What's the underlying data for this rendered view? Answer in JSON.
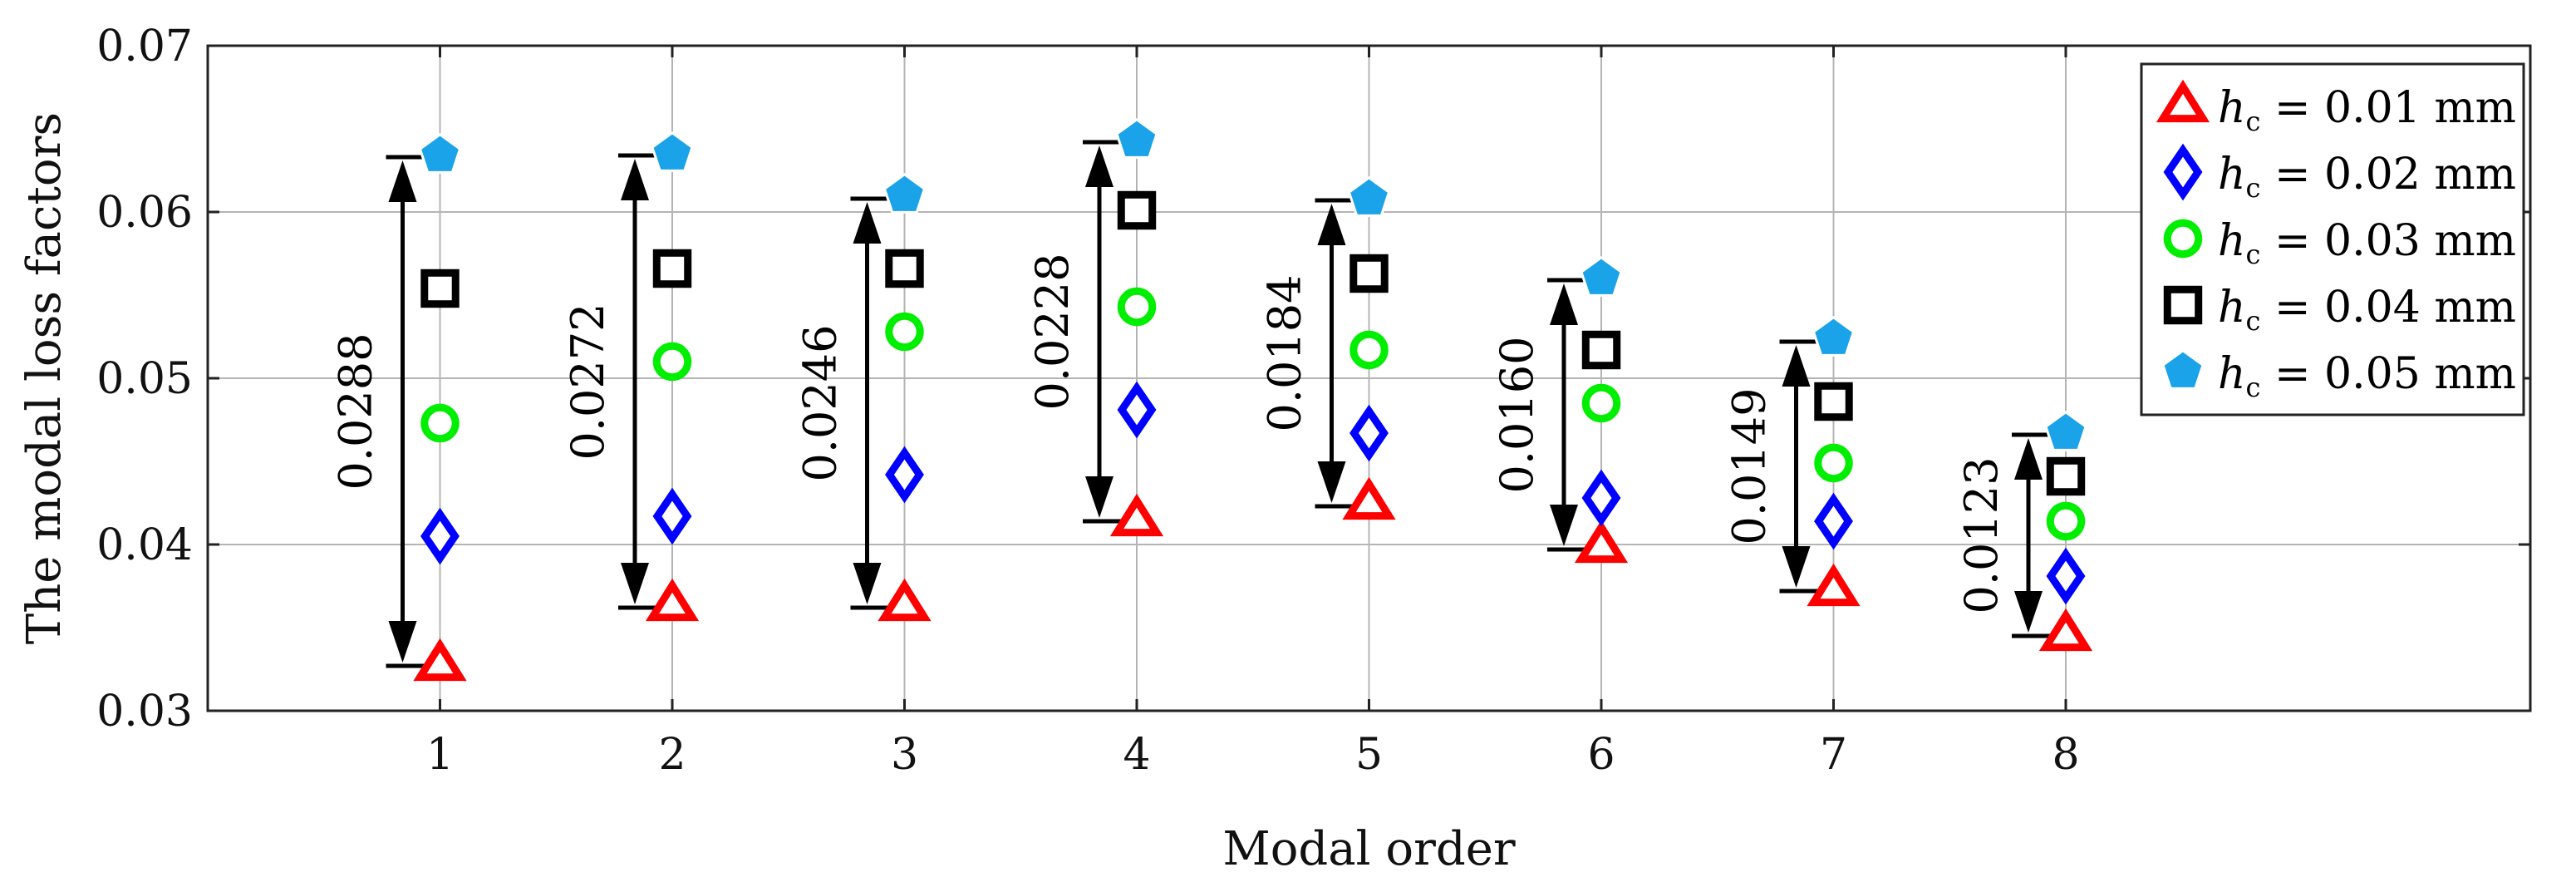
{
  "chart_data": {
    "type": "scatter",
    "xlabel": "Modal order",
    "ylabel": "The modal loss factors",
    "xlim": [
      0,
      10
    ],
    "ylim": [
      0.03,
      0.07
    ],
    "x_ticks": [
      1,
      2,
      3,
      4,
      5,
      6,
      7,
      8
    ],
    "y_ticks": [
      0.03,
      0.04,
      0.05,
      0.06,
      0.07
    ],
    "y_tick_labels": [
      "0.03",
      "0.04",
      "0.05",
      "0.06",
      "0.07"
    ],
    "grid": true,
    "legend_position": "top-right",
    "x": [
      1,
      2,
      3,
      4,
      5,
      6,
      7,
      8
    ],
    "series": [
      {
        "var": "h",
        "sub": "c",
        "rest": " = 0.01 mm",
        "marker": "triangle",
        "color": "#ff0000",
        "values": [
          0.0328,
          0.0364,
          0.0364,
          0.0415,
          0.0425,
          0.0399,
          0.0373,
          0.0346
        ]
      },
      {
        "var": "h",
        "sub": "c",
        "rest": " = 0.02 mm",
        "marker": "diamond",
        "color": "#0000ff",
        "values": [
          0.0405,
          0.0417,
          0.0442,
          0.0481,
          0.0467,
          0.0428,
          0.0414,
          0.0381
        ]
      },
      {
        "var": "h",
        "sub": "c",
        "rest": " = 0.03 mm",
        "marker": "circle",
        "color": "#00ee00",
        "values": [
          0.0473,
          0.051,
          0.0528,
          0.0543,
          0.0517,
          0.0485,
          0.0449,
          0.0414
        ]
      },
      {
        "var": "h",
        "sub": "c",
        "rest": " = 0.04 mm",
        "marker": "square",
        "color": "#000000",
        "values": [
          0.0554,
          0.0566,
          0.0566,
          0.0601,
          0.0563,
          0.0517,
          0.0486,
          0.0441
        ]
      },
      {
        "var": "h",
        "sub": "c",
        "rest": " = 0.05 mm",
        "marker": "pentagon",
        "color": "#1aa3e8",
        "values": [
          0.0634,
          0.0635,
          0.061,
          0.0643,
          0.0608,
          0.056,
          0.0524,
          0.0467
        ]
      }
    ],
    "annotations": [
      {
        "x": 1,
        "label": "0.0288",
        "top": 0.0633,
        "bottom": 0.0327
      },
      {
        "x": 2,
        "label": "0.0272",
        "top": 0.0634,
        "bottom": 0.0362
      },
      {
        "x": 3,
        "label": "0.0246",
        "top": 0.0608,
        "bottom": 0.0362
      },
      {
        "x": 4,
        "label": "0.0228",
        "top": 0.0642,
        "bottom": 0.0414
      },
      {
        "x": 5,
        "label": "0.0184",
        "top": 0.0607,
        "bottom": 0.0423
      },
      {
        "x": 6,
        "label": "0.0160",
        "top": 0.0559,
        "bottom": 0.0397
      },
      {
        "x": 7,
        "label": "0.0149",
        "top": 0.0522,
        "bottom": 0.0372
      },
      {
        "x": 8,
        "label": "0.0123",
        "top": 0.0466,
        "bottom": 0.0345
      }
    ]
  }
}
